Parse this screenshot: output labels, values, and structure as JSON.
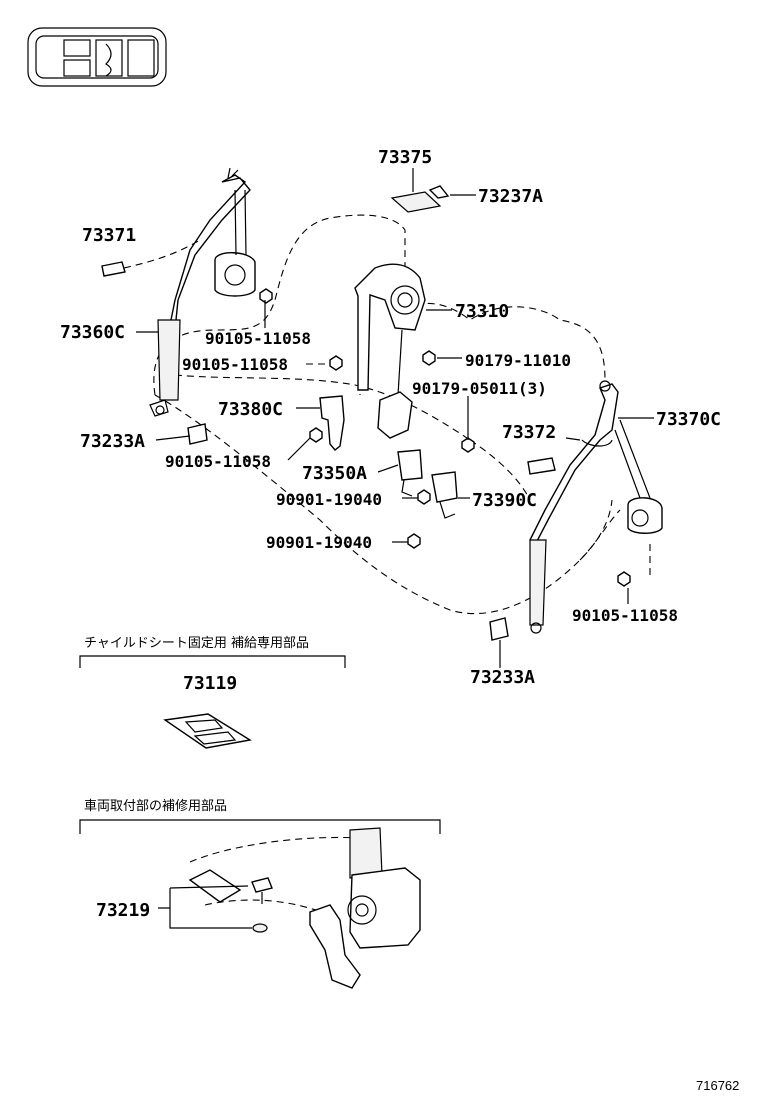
{
  "diagram": {
    "labels": {
      "p73375": "73375",
      "p73237A": "73237A",
      "p73371": "73371",
      "p73310": "73310",
      "p73360C": "73360C",
      "p90105_a": "90105-11058",
      "p90105_b": "90105-11058",
      "p90179_11010": "90179-11010",
      "p90179_05011": "90179-05011(3)",
      "p73380C": "73380C",
      "p73370C": "73370C",
      "p73233A_left": "73233A",
      "p73372": "73372",
      "p90105_c": "90105-11058",
      "p73350A": "73350A",
      "p90901_a": "90901-19040",
      "p73390C": "73390C",
      "p90901_b": "90901-19040",
      "p90105_d": "90105-11058",
      "p73233A_right": "73233A",
      "p73119": "73119",
      "p73219": "73219"
    },
    "captions": {
      "child_seat": "チャイルドシート固定用 補給専用部品",
      "vehicle_mount": "車両取付部の補修用部品"
    },
    "reference_number": "716762"
  }
}
